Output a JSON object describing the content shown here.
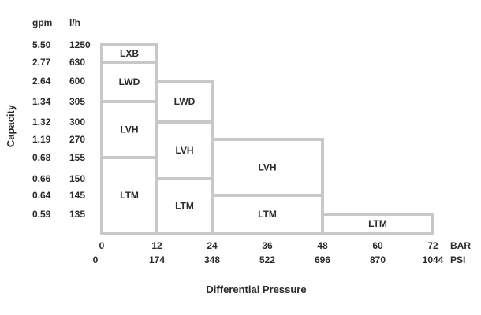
{
  "chart_data": {
    "type": "step-region",
    "xlabel": "Differential Pressure",
    "ylabel": "Capacity",
    "y_units": [
      "gpm",
      "l/h"
    ],
    "y_ticks": [
      {
        "gpm": "5.50",
        "lh": "1250"
      },
      {
        "gpm": "2.77",
        "lh": "630"
      },
      {
        "gpm": "2.64",
        "lh": "600"
      },
      {
        "gpm": "1.34",
        "lh": "305"
      },
      {
        "gpm": "1.32",
        "lh": "300"
      },
      {
        "gpm": "1.19",
        "lh": "270"
      },
      {
        "gpm": "0.68",
        "lh": "155"
      },
      {
        "gpm": "0.66",
        "lh": "150"
      },
      {
        "gpm": "0.64",
        "lh": "145"
      },
      {
        "gpm": "0.59",
        "lh": "135"
      }
    ],
    "x_ticks_bar": [
      "0",
      "12",
      "24",
      "36",
      "48",
      "60",
      "72"
    ],
    "x_unit_bar": "BAR",
    "x_ticks_psi": [
      "0",
      "174",
      "348",
      "522",
      "696",
      "870",
      "1044"
    ],
    "x_unit_psi": "PSI",
    "x_range_bar": [
      0,
      72
    ],
    "regions": [
      {
        "label": "LXB",
        "x_bar": [
          0,
          12
        ],
        "y_lh": [
          630,
          1250
        ]
      },
      {
        "label": "LWD",
        "x_bar": [
          0,
          12
        ],
        "y_lh": [
          305,
          630
        ]
      },
      {
        "label": "LVH",
        "x_bar": [
          0,
          12
        ],
        "y_lh": [
          155,
          305
        ]
      },
      {
        "label": "LTM",
        "x_bar": [
          0,
          12
        ],
        "y_lh": [
          0,
          155
        ]
      },
      {
        "label": "LWD",
        "x_bar": [
          12,
          24
        ],
        "y_lh": [
          300,
          600
        ]
      },
      {
        "label": "LVH",
        "x_bar": [
          12,
          24
        ],
        "y_lh": [
          150,
          300
        ]
      },
      {
        "label": "LTM",
        "x_bar": [
          12,
          24
        ],
        "y_lh": [
          0,
          150
        ]
      },
      {
        "label": "LVH",
        "x_bar": [
          24,
          48
        ],
        "y_lh": [
          145,
          270
        ]
      },
      {
        "label": "LTM",
        "x_bar": [
          24,
          48
        ],
        "y_lh": [
          0,
          145
        ]
      },
      {
        "label": "LTM",
        "x_bar": [
          48,
          72
        ],
        "y_lh": [
          0,
          135
        ]
      }
    ],
    "outline_color": "#c8c8c8",
    "text_color": "#2b2b2b",
    "grid": false
  }
}
